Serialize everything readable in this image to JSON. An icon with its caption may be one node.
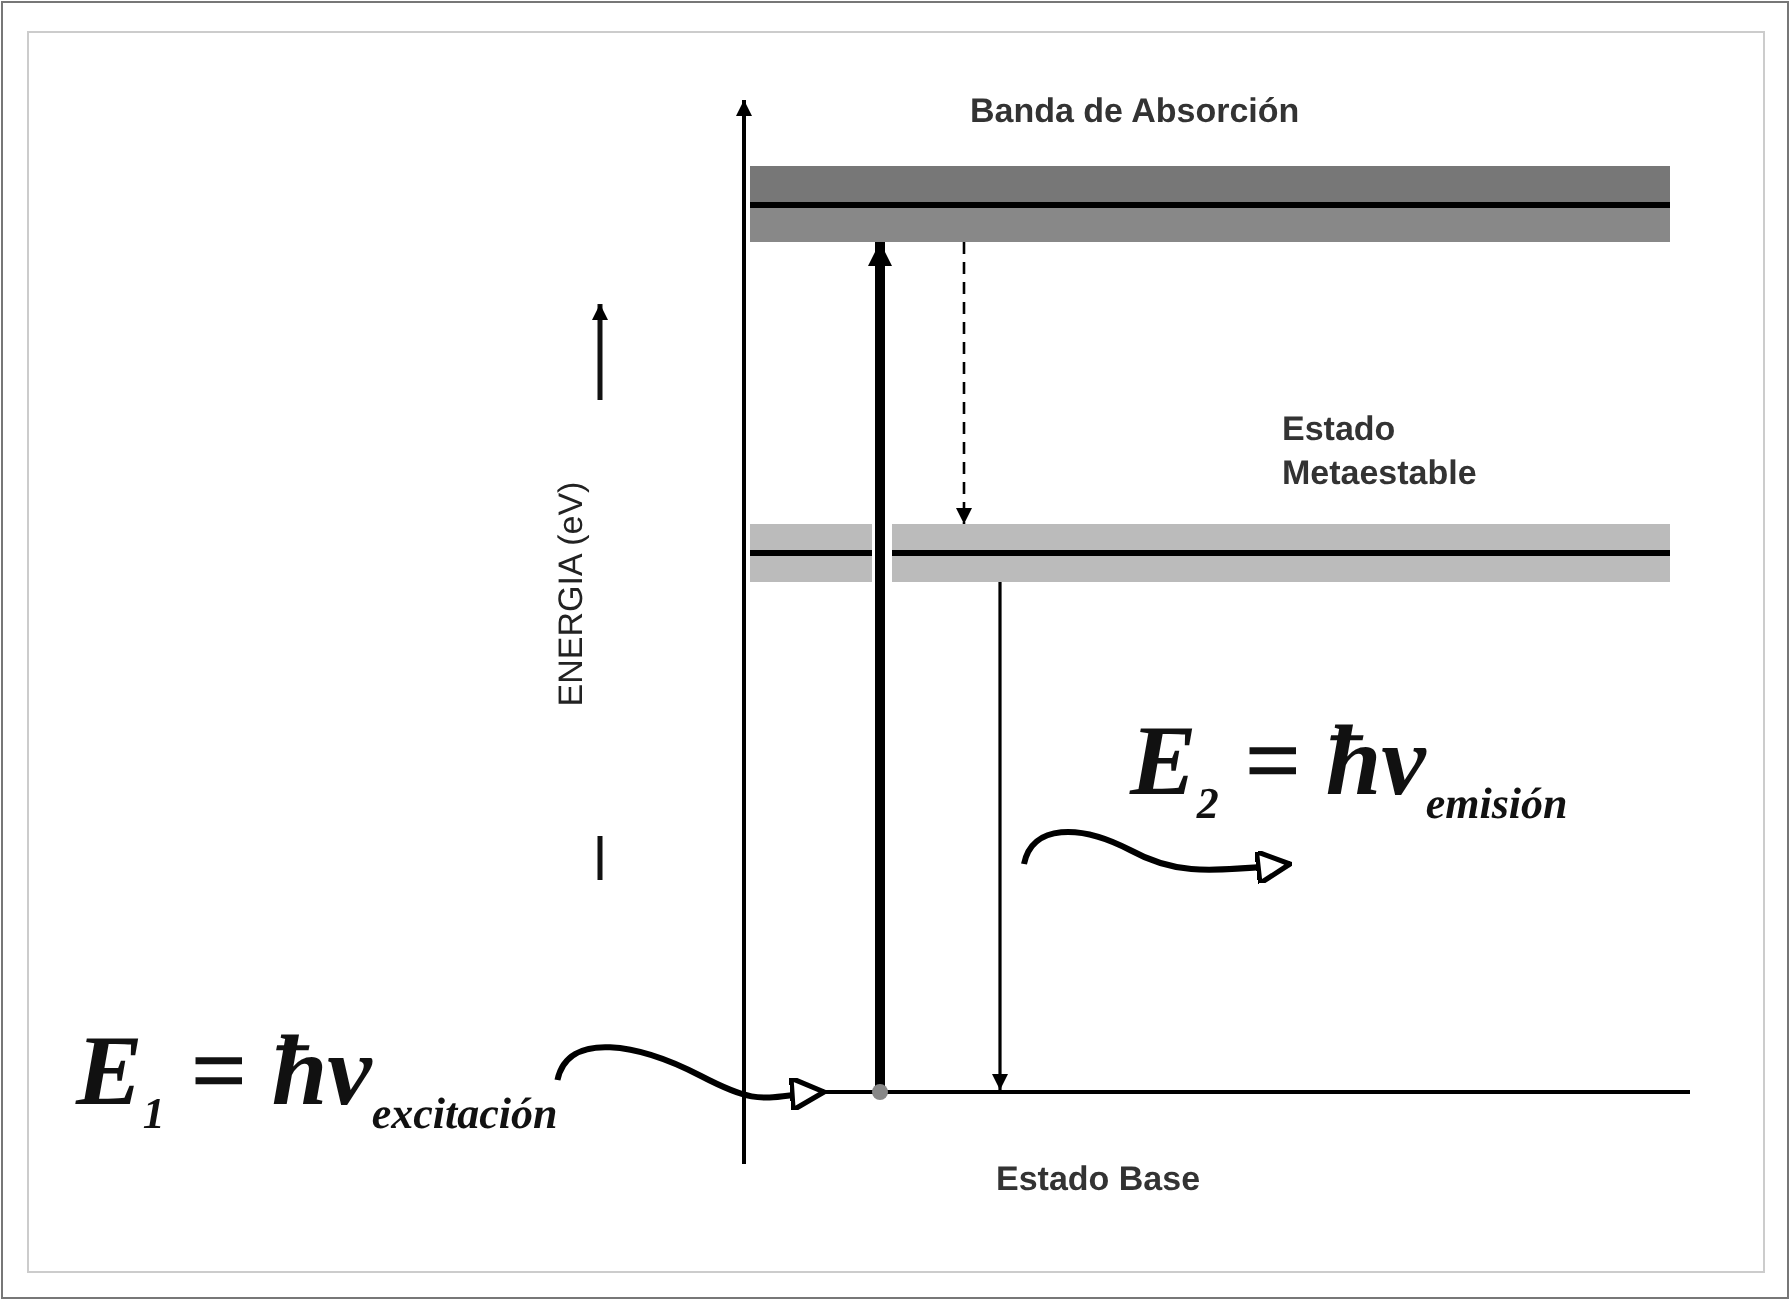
{
  "diagram": {
    "nodes": [
      {
        "text": [
          "Banda de Absorción"
        ]
      },
      {
        "text": [
          "Estado Metaestable"
        ]
      },
      {
        "text": [
          "Estado Base"
        ]
      },
      {
        "text": [
          "E$_{1}$ = ħν$_{excitación}$"
        ]
      }
    ],
    "edges": [
      {
        "from": 2,
        "to": 0,
        "arrow": "to",
        "style": "thick"
      },
      {
        "from": 0,
        "to": 1,
        "arrow": "to",
        "style": "dashed"
      },
      {
        "from": 1,
        "to": 2,
        "arrow": "to"
      },
      {
        "from": 3,
        "to": 2,
        "arrow": "to"
      }
    ],
    "labels": [
      "ENERGIA (eV)",
      "E$_{2}$ = ħν$_{emisión}$"
    ]
  }
}
